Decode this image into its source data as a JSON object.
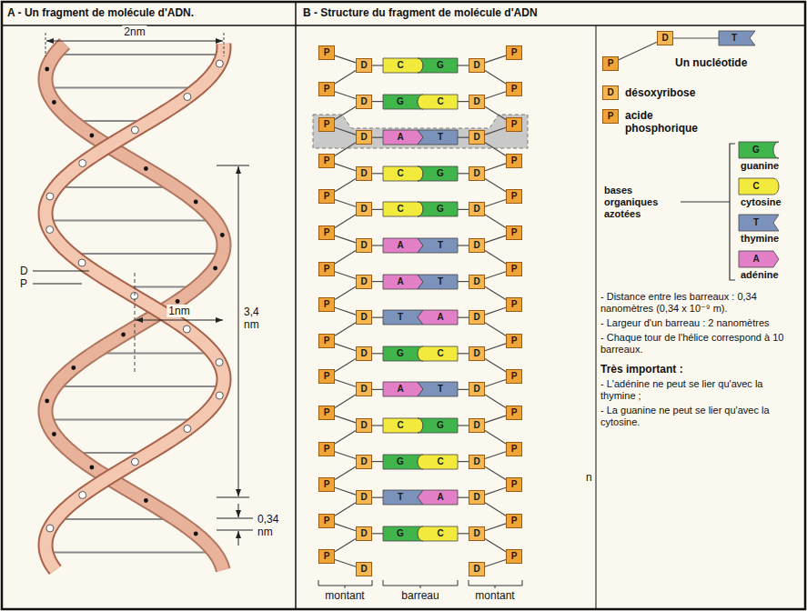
{
  "diagram": {
    "nodes": [
      {
        "text": [
          "P"
        ]
      },
      {
        "text": [
          "D"
        ]
      },
      {
        "text": [
          "C"
        ]
      },
      {
        "text": [
          "G"
        ]
      },
      {
        "text": [
          "D"
        ]
      },
      {
        "text": [
          "P"
        ]
      },
      {
        "text": [
          "P"
        ]
      },
      {
        "text": [
          "D"
        ]
      },
      {
        "text": [
          "G"
        ]
      },
      {
        "text": [
          "C"
        ]
      },
      {
        "text": [
          "D"
        ]
      },
      {
        "text": [
          "P"
        ]
      },
      {
        "text": [
          "P"
        ]
      },
      {
        "text": [
          "D"
        ]
      },
      {
        "text": [
          "A"
        ]
      },
      {
        "text": [
          "T"
        ]
      },
      {
        "text": [
          "D"
        ]
      },
      {
        "text": [
          "P"
        ]
      },
      {
        "text": [
          "P"
        ]
      },
      {
        "text": [
          "D"
        ]
      },
      {
        "text": [
          "C"
        ]
      },
      {
        "text": [
          "G"
        ]
      },
      {
        "text": [
          "D"
        ]
      },
      {
        "text": [
          "P"
        ]
      },
      {
        "text": [
          "P"
        ]
      },
      {
        "text": [
          "D"
        ]
      },
      {
        "text": [
          "C"
        ]
      },
      {
        "text": [
          "G"
        ]
      },
      {
        "text": [
          "D"
        ]
      },
      {
        "text": [
          "P"
        ]
      },
      {
        "text": [
          "P"
        ]
      },
      {
        "text": [
          "D"
        ]
      },
      {
        "text": [
          "A"
        ]
      },
      {
        "text": [
          "T"
        ]
      },
      {
        "text": [
          "D"
        ]
      },
      {
        "text": [
          "P"
        ]
      },
      {
        "text": [
          "P"
        ]
      },
      {
        "text": [
          "D"
        ]
      },
      {
        "text": [
          "A"
        ]
      },
      {
        "text": [
          "T"
        ]
      },
      {
        "text": [
          "D"
        ]
      },
      {
        "text": [
          "P"
        ]
      },
      {
        "text": [
          "P"
        ]
      },
      {
        "text": [
          "D"
        ]
      },
      {
        "text": [
          "T"
        ]
      },
      {
        "text": [
          "A"
        ]
      },
      {
        "text": [
          "D"
        ]
      },
      {
        "text": [
          "P"
        ]
      },
      {
        "text": [
          "P"
        ]
      },
      {
        "text": [
          "D"
        ]
      },
      {
        "text": [
          "G"
        ]
      },
      {
        "text": [
          "C"
        ]
      },
      {
        "text": [
          "D"
        ]
      },
      {
        "text": [
          "P"
        ]
      },
      {
        "text": [
          "P"
        ]
      },
      {
        "text": [
          "D"
        ]
      },
      {
        "text": [
          "A"
        ]
      },
      {
        "text": [
          "T"
        ]
      },
      {
        "text": [
          "D"
        ]
      },
      {
        "text": [
          "P"
        ]
      },
      {
        "text": [
          "P"
        ]
      },
      {
        "text": [
          "D"
        ]
      },
      {
        "text": [
          "C"
        ]
      },
      {
        "text": [
          "G"
        ]
      },
      {
        "text": [
          "D"
        ]
      },
      {
        "text": [
          "P"
        ]
      },
      {
        "text": [
          "P"
        ]
      },
      {
        "text": [
          "D"
        ]
      },
      {
        "text": [
          "G"
        ]
      },
      {
        "text": [
          "C"
        ]
      },
      {
        "text": [
          "D"
        ]
      },
      {
        "text": [
          "P"
        ]
      },
      {
        "text": [
          "P"
        ]
      },
      {
        "text": [
          "D"
        ]
      },
      {
        "text": [
          "T"
        ]
      },
      {
        "text": [
          "A"
        ]
      },
      {
        "text": [
          "D"
        ]
      },
      {
        "text": [
          "P"
        ]
      },
      {
        "text": [
          "P"
        ]
      },
      {
        "text": [
          "D"
        ]
      },
      {
        "text": [
          "G"
        ]
      },
      {
        "text": [
          "C"
        ]
      },
      {
        "text": [
          "D"
        ]
      },
      {
        "text": [
          "P"
        ]
      },
      {
        "text": [
          "P"
        ]
      },
      {
        "text": [
          "D"
        ]
      },
      {
        "text": [
          "D"
        ]
      },
      {
        "text": [
          "P"
        ]
      },
      {
        "text": [
          "P"
        ]
      },
      {
        "text": [
          "D"
        ]
      },
      {
        "text": [
          "T"
        ]
      },
      {
        "text": [
          "D",
          "désoxyribose"
        ]
      },
      {
        "text": [
          "P",
          "acide phosphorique"
        ]
      },
      {
        "text": [
          "G",
          "guanine"
        ]
      },
      {
        "text": [
          "C",
          "cytosine"
        ]
      },
      {
        "text": [
          "T",
          "thymine"
        ]
      },
      {
        "text": [
          "A",
          "adénine"
        ]
      }
    ],
    "edges": [
      {
        "from": 0,
        "to": 1,
        "arrow": "none"
      },
      {
        "from": 1,
        "to": 2,
        "arrow": "none"
      },
      {
        "from": 4,
        "to": 3,
        "arrow": "none"
      },
      {
        "from": 5,
        "to": 4,
        "arrow": "none"
      },
      {
        "from": 1,
        "to": 6,
        "arrow": "none"
      },
      {
        "from": 4,
        "to": 11,
        "arrow": "none"
      },
      {
        "from": 6,
        "to": 7,
        "arrow": "none"
      },
      {
        "from": 7,
        "to": 8,
        "arrow": "none"
      },
      {
        "from": 10,
        "to": 9,
        "arrow": "none"
      },
      {
        "from": 11,
        "to": 10,
        "arrow": "none"
      },
      {
        "from": 7,
        "to": 12,
        "arrow": "none"
      },
      {
        "from": 10,
        "to": 17,
        "arrow": "none"
      },
      {
        "from": 12,
        "to": 13,
        "arrow": "none"
      },
      {
        "from": 13,
        "to": 14,
        "arrow": "none"
      },
      {
        "from": 16,
        "to": 15,
        "arrow": "none"
      },
      {
        "from": 17,
        "to": 16,
        "arrow": "none"
      },
      {
        "from": 13,
        "to": 18,
        "arrow": "none"
      },
      {
        "from": 16,
        "to": 23,
        "arrow": "none"
      },
      {
        "from": 18,
        "to": 19,
        "arrow": "none"
      },
      {
        "from": 19,
        "to": 20,
        "arrow": "none"
      },
      {
        "from": 22,
        "to": 21,
        "arrow": "none"
      },
      {
        "from": 23,
        "to": 22,
        "arrow": "none"
      },
      {
        "from": 19,
        "to": 24,
        "arrow": "none"
      },
      {
        "from": 22,
        "to": 29,
        "arrow": "none"
      },
      {
        "from": 24,
        "to": 25,
        "arrow": "none"
      },
      {
        "from": 25,
        "to": 26,
        "arrow": "none"
      },
      {
        "from": 28,
        "to": 27,
        "arrow": "none"
      },
      {
        "from": 29,
        "to": 28,
        "arrow": "none"
      },
      {
        "from": 25,
        "to": 30,
        "arrow": "none"
      },
      {
        "from": 28,
        "to": 35,
        "arrow": "none"
      },
      {
        "from": 30,
        "to": 31,
        "arrow": "none"
      },
      {
        "from": 31,
        "to": 32,
        "arrow": "none"
      },
      {
        "from": 34,
        "to": 33,
        "arrow": "none"
      },
      {
        "from": 35,
        "to": 34,
        "arrow": "none"
      },
      {
        "from": 31,
        "to": 36,
        "arrow": "none"
      },
      {
        "from": 34,
        "to": 41,
        "arrow": "none"
      },
      {
        "from": 36,
        "to": 37,
        "arrow": "none"
      },
      {
        "from": 37,
        "to": 38,
        "arrow": "none"
      },
      {
        "from": 40,
        "to": 39,
        "arrow": "none"
      },
      {
        "from": 41,
        "to": 40,
        "arrow": "none"
      },
      {
        "from": 37,
        "to": 42,
        "arrow": "none"
      },
      {
        "from": 40,
        "to": 47,
        "arrow": "none"
      },
      {
        "from": 42,
        "to": 43,
        "arrow": "none"
      },
      {
        "from": 43,
        "to": 44,
        "arrow": "none"
      },
      {
        "from": 46,
        "to": 45,
        "arrow": "none"
      },
      {
        "from": 47,
        "to": 46,
        "arrow": "none"
      },
      {
        "from": 43,
        "to": 48,
        "arrow": "none"
      },
      {
        "from": 46,
        "to": 53,
        "arrow": "none"
      },
      {
        "from": 48,
        "to": 49,
        "arrow": "none"
      },
      {
        "from": 49,
        "to": 50,
        "arrow": "none"
      },
      {
        "from": 52,
        "to": 51,
        "arrow": "none"
      },
      {
        "from": 53,
        "to": 52,
        "arrow": "none"
      },
      {
        "from": 49,
        "to": 54,
        "arrow": "none"
      },
      {
        "from": 52,
        "to": 59,
        "arrow": "none"
      },
      {
        "from": 54,
        "to": 55,
        "arrow": "none"
      },
      {
        "from": 55,
        "to": 56,
        "arrow": "none"
      },
      {
        "from": 58,
        "to": 57,
        "arrow": "none"
      },
      {
        "from": 59,
        "to": 58,
        "arrow": "none"
      },
      {
        "from": 55,
        "to": 60,
        "arrow": "none"
      },
      {
        "from": 58,
        "to": 65,
        "arrow": "none"
      },
      {
        "from": 60,
        "to": 61,
        "arrow": "none"
      },
      {
        "from": 61,
        "to": 62,
        "arrow": "none"
      },
      {
        "from": 64,
        "to": 63,
        "arrow": "none"
      },
      {
        "from": 65,
        "to": 64,
        "arrow": "none"
      },
      {
        "from": 61,
        "to": 66,
        "arrow": "none"
      },
      {
        "from": 64,
        "to": 71,
        "arrow": "none"
      },
      {
        "from": 66,
        "to": 67,
        "arrow": "none"
      },
      {
        "from": 67,
        "to": 68,
        "arrow": "none"
      },
      {
        "from": 70,
        "to": 69,
        "arrow": "none"
      },
      {
        "from": 71,
        "to": 70,
        "arrow": "none"
      },
      {
        "from": 67,
        "to": 72,
        "arrow": "none"
      },
      {
        "from": 70,
        "to": 77,
        "arrow": "none"
      },
      {
        "from": 72,
        "to": 73,
        "arrow": "none"
      },
      {
        "from": 73,
        "to": 74,
        "arrow": "none"
      },
      {
        "from": 76,
        "to": 75,
        "arrow": "none"
      },
      {
        "from": 77,
        "to": 76,
        "arrow": "none"
      },
      {
        "from": 73,
        "to": 78,
        "arrow": "none"
      },
      {
        "from": 76,
        "to": 83,
        "arrow": "none"
      },
      {
        "from": 78,
        "to": 79,
        "arrow": "none"
      },
      {
        "from": 79,
        "to": 80,
        "arrow": "none"
      },
      {
        "from": 82,
        "to": 81,
        "arrow": "none"
      },
      {
        "from": 83,
        "to": 82,
        "arrow": "none"
      },
      {
        "from": 79,
        "to": 84,
        "arrow": "none"
      },
      {
        "from": 82,
        "to": 87,
        "arrow": "none"
      },
      {
        "from": 84,
        "to": 85,
        "arrow": "none"
      },
      {
        "from": 87,
        "to": 86,
        "arrow": "none"
      },
      {
        "from": 88,
        "to": 89,
        "arrow": "none"
      },
      {
        "from": 89,
        "to": 90,
        "arrow": "none"
      }
    ],
    "labels": [
      "A - Un fragment de molécule d'ADN.",
      "B - Structure du fragment de molécule d'ADN",
      "2nm",
      "1nm",
      "3,4 nm",
      "0,34 nm",
      "D",
      "P",
      "n",
      "montant",
      "barreau",
      "montant",
      "Un nucléotide",
      "bases organiques azotées",
      "- Distance entre les barreaux : 0,34 nanomètres (0,34 x 10⁻⁹ m).",
      "- Largeur d'un barreau : 2 nanomètres",
      "- Chaque tour de l'hélice correspond à 10 barreaux.",
      "Très important :",
      "- L'adénine ne peut se lier qu'avec la thymine ;",
      "- La guanine ne peut se lier qu'avec la cytosine."
    ]
  }
}
